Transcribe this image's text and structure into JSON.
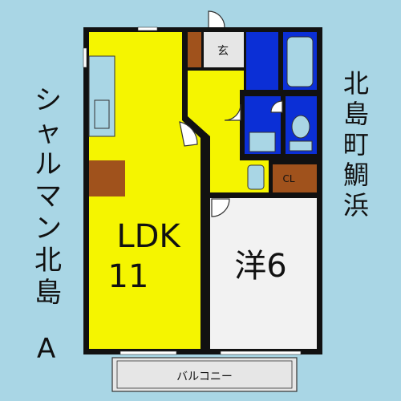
{
  "property_name_chars": [
    "シ",
    "ャ",
    "ル",
    "マ",
    "ン",
    "北",
    "島"
  ],
  "building_code": "A",
  "location_chars": [
    "北",
    "島",
    "町",
    "鯛",
    "浜"
  ],
  "rooms": {
    "ldk_label": "LDK",
    "ldk_size": "11",
    "western_room_label": "洋6",
    "entrance_label": "玄",
    "closet_label": "CL",
    "balcony_label": "バルコニー"
  },
  "colors": {
    "background": "#a9d6e5",
    "ldk": "#f5f500",
    "western_room": "#f2f2f2",
    "water_area": "#0b2fd6",
    "fixtures": "#a9d6e5",
    "storage": "#a0521c",
    "entrance": "#e6e6e6",
    "walls": "#111111"
  }
}
